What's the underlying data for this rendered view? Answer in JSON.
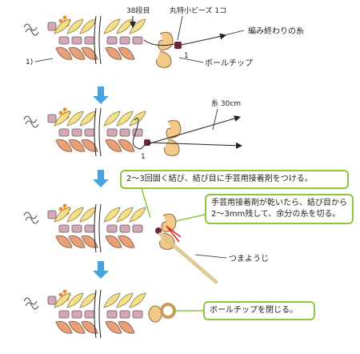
{
  "labels": {
    "row38": "38段目",
    "bead": "丸特小ビーズ 1コ",
    "end_thread": "編み終わりの糸",
    "one_a": "1",
    "one_paren": "1)",
    "ball_tip": "ボールチップ",
    "thread30": "糸 30cm",
    "one_b": "1",
    "toothpick": "つまようじ"
  },
  "callouts": {
    "tie": "2〜3回固く結び、結び目に手芸用接着剤をつける。",
    "cut": "手芸用接着剤が乾いたら、結び目から2〜3mm残して、余分の糸を切る。",
    "close": "ボールチップを閉じる。"
  },
  "colors": {
    "yellow_bead": "#f5e08a",
    "orange_bead": "#e8a07a",
    "mauve_bead": "#d4a8b4",
    "flower": "#f08a2a",
    "dark_bead": "#6a2a3a",
    "ball_tip": "#f3c98a",
    "arrow": "#4aa3df",
    "callout_border": "#8cc63f",
    "needle": "#e8cf96",
    "red": "#e02020"
  }
}
